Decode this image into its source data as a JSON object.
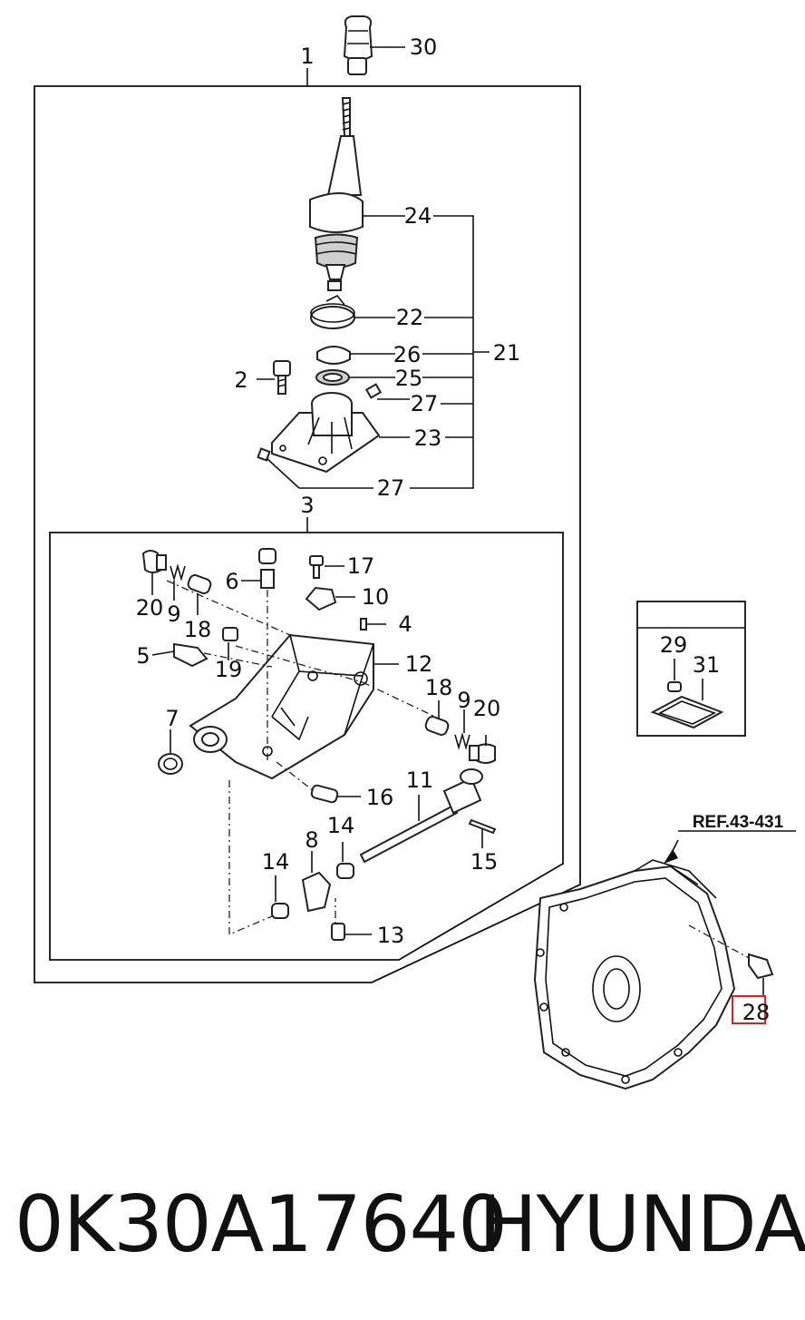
{
  "part_number": "0K30A17640",
  "brand": "HYUNDAI",
  "reference": "REF.43-431",
  "highlighted_callout": "28",
  "colors": {
    "highlight": "#e02020",
    "ink": "#111111"
  },
  "callouts": {
    "c1": "1",
    "c2": "2",
    "c3": "3",
    "c4": "4",
    "c5": "5",
    "c6": "6",
    "c7": "7",
    "c8": "8",
    "c9a": "9",
    "c9b": "9",
    "c10": "10",
    "c11": "11",
    "c12": "12",
    "c13": "13",
    "c14a": "14",
    "c14b": "14",
    "c15": "15",
    "c16": "16",
    "c17": "17",
    "c18a": "18",
    "c18b": "18",
    "c19": "19",
    "c20a": "20",
    "c20b": "20",
    "c21": "21",
    "c22": "22",
    "c23": "23",
    "c24": "24",
    "c25": "25",
    "c26": "26",
    "c27a": "27",
    "c27b": "27",
    "c28": "28",
    "c29": "29",
    "c30": "30",
    "c31": "31"
  }
}
